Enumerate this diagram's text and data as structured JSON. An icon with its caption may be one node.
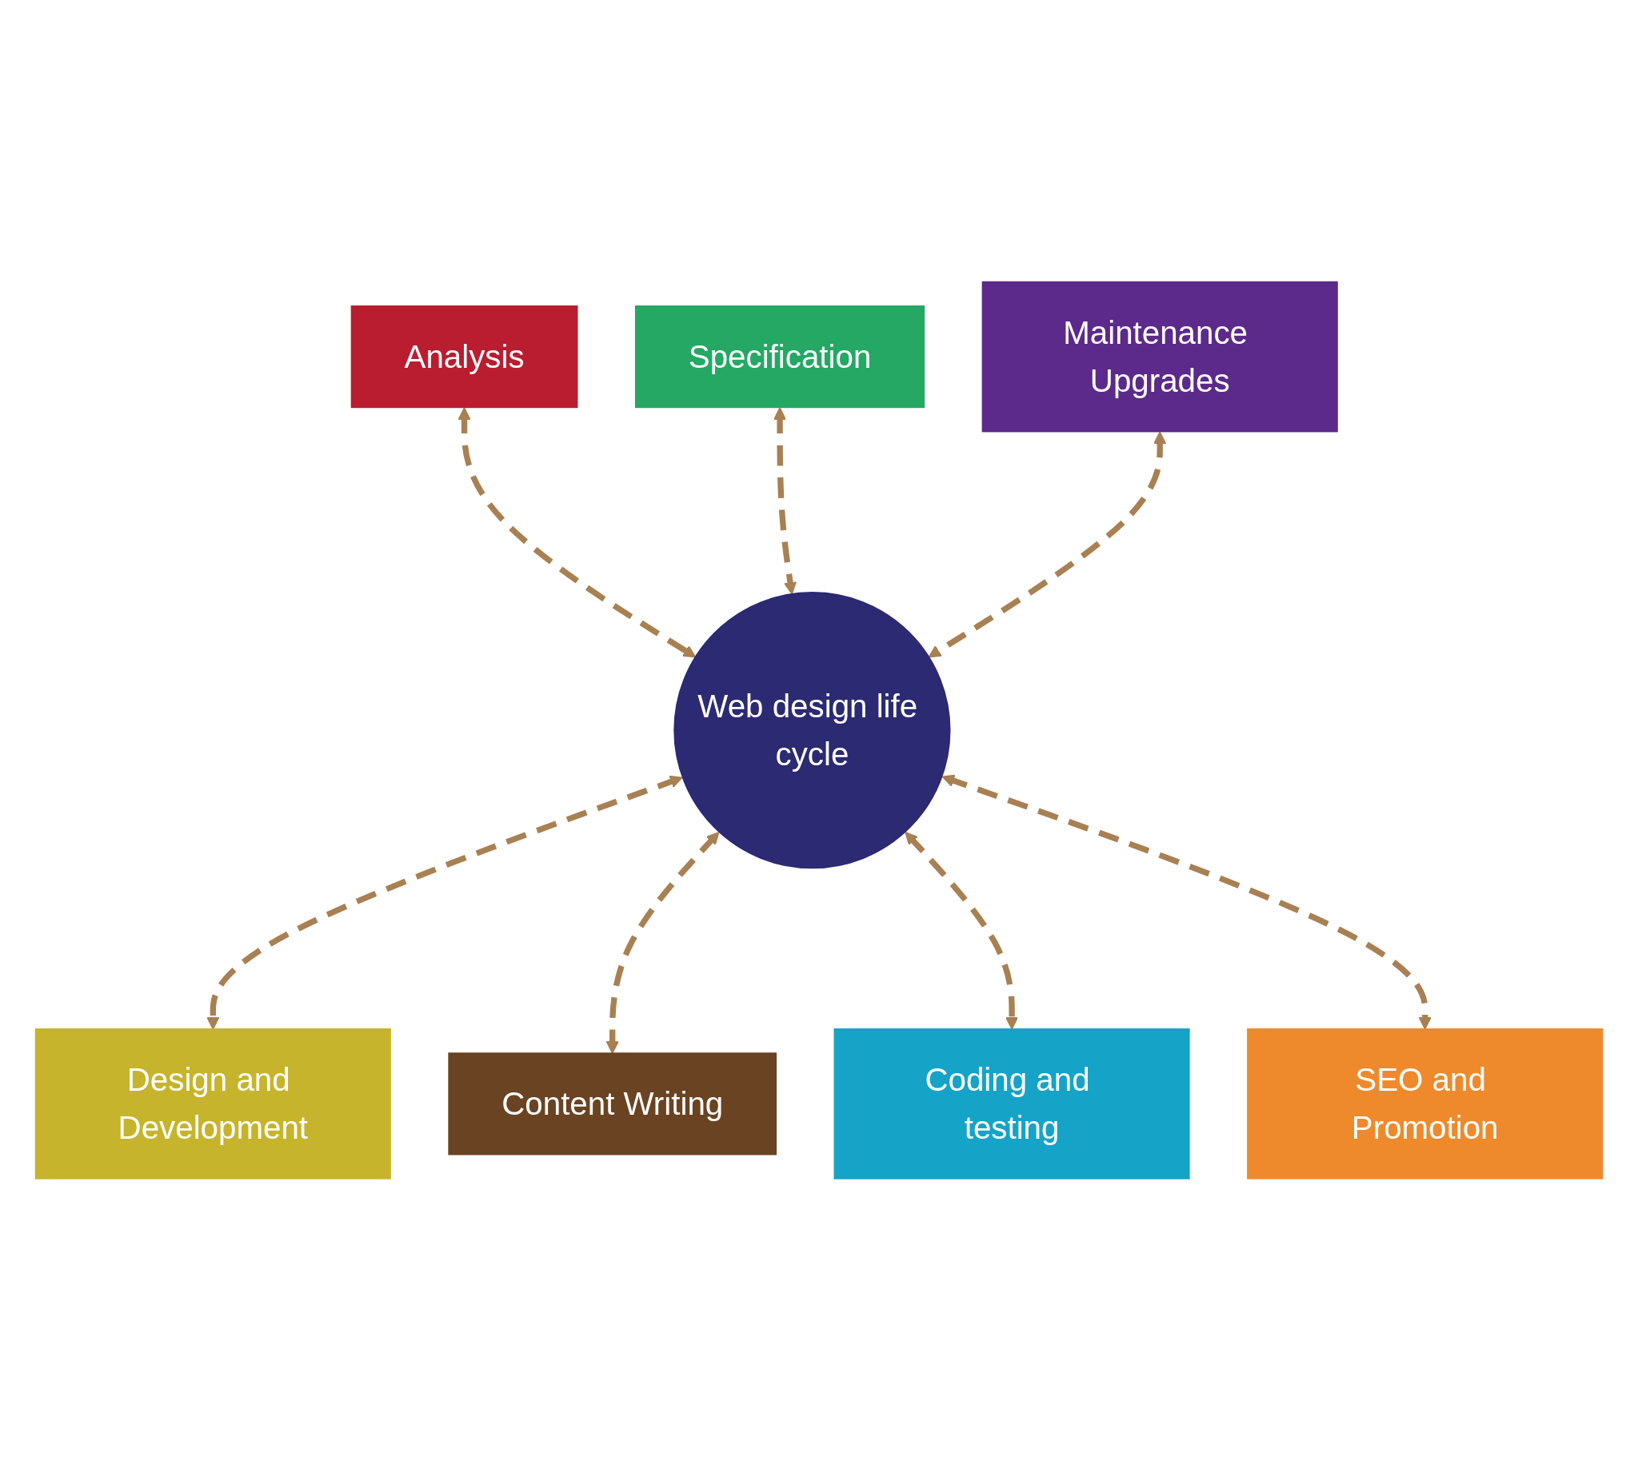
{
  "diagram": {
    "nodes": [
      {
        "text": [
          "Web design life cycle"
        ]
      },
      {
        "text": [
          "Analysis"
        ]
      },
      {
        "text": [
          "Specification"
        ]
      },
      {
        "text": [
          "Design and Development"
        ]
      },
      {
        "text": [
          "Content Writing"
        ]
      },
      {
        "text": [
          "Coding and testing"
        ]
      },
      {
        "text": [
          "SEO and Promotion"
        ]
      },
      {
        "text": [
          "Maintenance Upgrades"
        ]
      }
    ],
    "edges": [
      {
        "from": 1,
        "to": 0,
        "arrow": "both",
        "style": "dashed"
      },
      {
        "from": 2,
        "to": 0,
        "arrow": "both",
        "style": "dashed"
      },
      {
        "from": 0,
        "to": 3,
        "arrow": "both",
        "style": "dashed"
      },
      {
        "from": 0,
        "to": 4,
        "arrow": "both",
        "style": "dashed"
      },
      {
        "from": 0,
        "to": 5,
        "arrow": "both",
        "style": "dashed"
      },
      {
        "from": 0,
        "to": 6,
        "arrow": "both",
        "style": "dashed"
      },
      {
        "from": 7,
        "to": 0,
        "arrow": "both",
        "style": "dashed"
      }
    ]
  }
}
